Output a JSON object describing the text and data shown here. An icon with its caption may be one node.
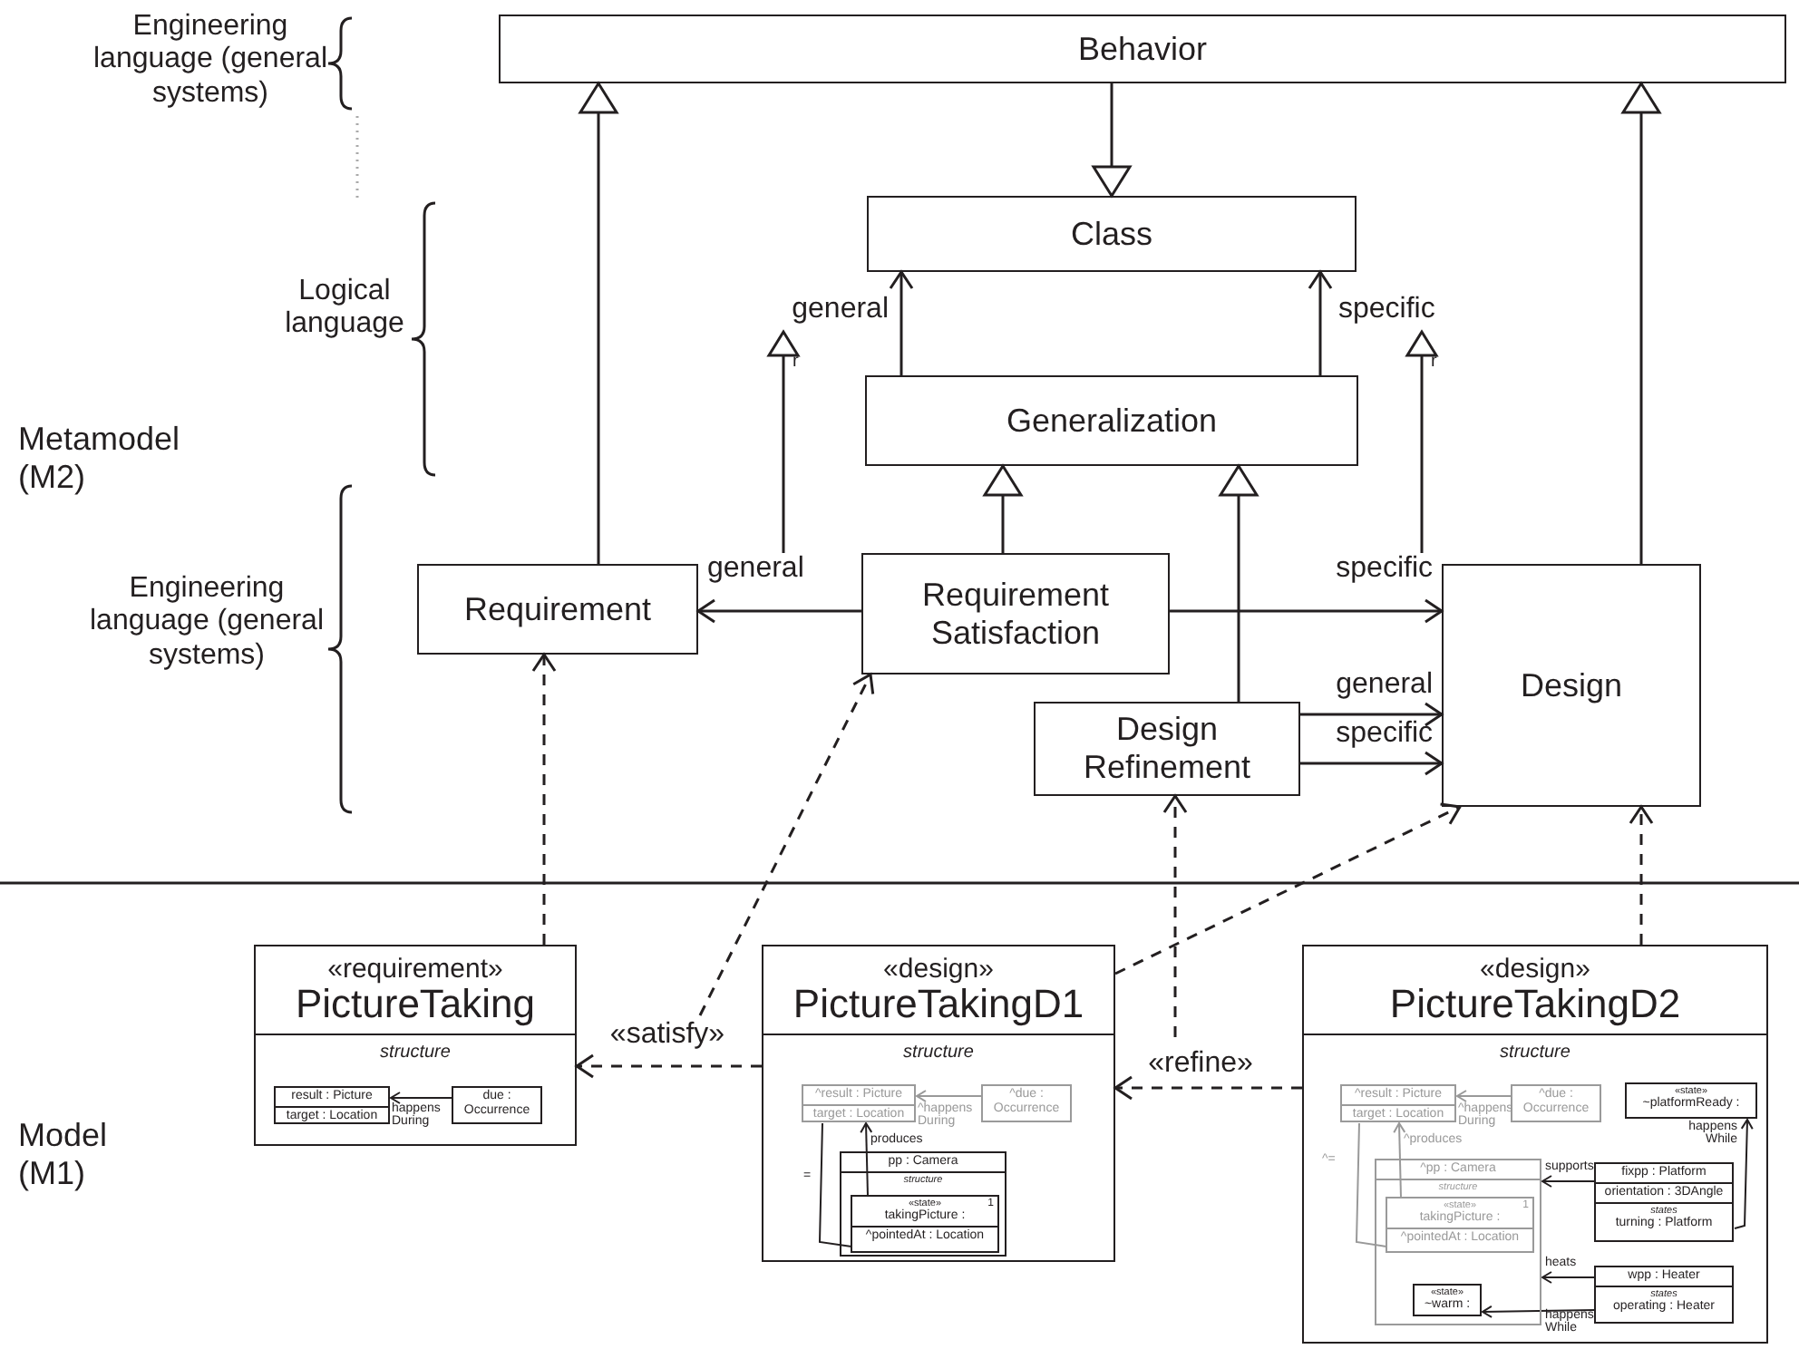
{
  "diagram": {
    "nodes": [
      {
        "text": [
          "Behavior"
        ]
      },
      {
        "text": [
          "Class"
        ]
      },
      {
        "text": [
          "Generalization"
        ]
      },
      {
        "text": [
          "Requirement"
        ]
      },
      {
        "text": [
          "Requirement Satisfaction"
        ]
      },
      {
        "text": [
          "Design Refinement"
        ]
      },
      {
        "text": [
          "Design"
        ]
      },
      {
        "text": [
          "«requirement»",
          "PictureTaking",
          "structure"
        ]
      },
      {
        "text": [
          "result : Picture",
          "target : Location"
        ],
        "in": 7
      },
      {
        "text": [
          "due : Occurrence"
        ],
        "in": 7
      },
      {
        "text": [
          "«design»",
          "PictureTakingD1",
          "structure"
        ]
      },
      {
        "text": [
          "^result : Picture",
          "target : Location"
        ],
        "in": 10
      },
      {
        "text": [
          "^due : Occurrence"
        ],
        "in": 10
      },
      {
        "text": [
          "pp : Camera",
          "structure"
        ],
        "in": 10
      },
      {
        "text": [
          "«state»",
          "takingPicture :",
          "1",
          "^pointedAt : Location"
        ],
        "in": 13
      },
      {
        "text": [
          "«design»",
          "PictureTakingD2",
          "structure"
        ]
      },
      {
        "text": [
          "^result : Picture",
          "target : Location"
        ],
        "in": 15
      },
      {
        "text": [
          "^due : Occurrence"
        ],
        "in": 15
      },
      {
        "text": [
          "«state»",
          "~platformReady :"
        ],
        "in": 15
      },
      {
        "text": [
          "^pp : Camera",
          "structure"
        ],
        "in": 15
      },
      {
        "text": [
          "«state»",
          "takingPicture :",
          "1",
          "^pointedAt : Location"
        ],
        "in": 19
      },
      {
        "text": [
          "«state»",
          "~warm :"
        ],
        "in": 19
      },
      {
        "text": [
          "fixpp : Platform",
          "orientation : 3DAngle",
          "states",
          "turning : Platform"
        ],
        "in": 15
      },
      {
        "text": [
          "wpp : Heater",
          "states",
          "operating : Heater"
        ],
        "in": 15
      }
    ],
    "edges": [
      {
        "from": 3,
        "to": 0,
        "arrow": "to"
      },
      {
        "from": 0,
        "to": 1,
        "arrow": "to"
      },
      {
        "from": 6,
        "to": 0,
        "arrow": "to"
      },
      {
        "from": 2,
        "to": 1,
        "arrow": "to",
        "label": "general"
      },
      {
        "from": 2,
        "to": 1,
        "arrow": "to",
        "label": "specific"
      },
      {
        "from": 4,
        "to": 2,
        "arrow": "to"
      },
      {
        "from": 5,
        "to": 2,
        "arrow": "to"
      },
      {
        "from": 4,
        "to": 3,
        "arrow": "to",
        "label": "general"
      },
      {
        "from": 4,
        "to": 6,
        "arrow": "to",
        "label": "specific"
      },
      {
        "from": 5,
        "to": 6,
        "arrow": "to",
        "label": "general"
      },
      {
        "from": 5,
        "to": 6,
        "arrow": "to",
        "label": "specific"
      },
      {
        "from": 7,
        "to": 3,
        "arrow": "to",
        "style": "dashed"
      },
      {
        "from": 10,
        "to": 7,
        "arrow": "to",
        "style": "dashed",
        "label": "«satisfy»"
      },
      {
        "from": null,
        "to": 4,
        "arrow": "to",
        "style": "dashed"
      },
      {
        "from": 10,
        "to": 6,
        "arrow": "to",
        "style": "dashed"
      },
      {
        "from": 15,
        "to": 10,
        "arrow": "to",
        "style": "dashed",
        "label": "«refine»"
      },
      {
        "from": null,
        "to": 5,
        "arrow": "to",
        "style": "dashed"
      },
      {
        "from": 15,
        "to": 6,
        "arrow": "to",
        "style": "dashed"
      },
      {
        "from": 9,
        "to": 8,
        "arrow": "to",
        "label": "happens During"
      },
      {
        "from": 12,
        "to": 11,
        "arrow": "to",
        "label": "^happens During",
        "color": "#999999"
      },
      {
        "from": 14,
        "to": 11,
        "arrow": "to",
        "label": "produces"
      },
      {
        "from": 14,
        "to": 11,
        "arrow": "none",
        "label": "="
      },
      {
        "from": 17,
        "to": 16,
        "arrow": "to",
        "label": "^happens During",
        "color": "#999999"
      },
      {
        "from": 20,
        "to": 16,
        "arrow": "to",
        "label": "^produces",
        "color": "#999999"
      },
      {
        "from": 20,
        "to": 16,
        "arrow": "none",
        "label": "^=",
        "color": "#999999"
      },
      {
        "from": 22,
        "to": 19,
        "arrow": "to",
        "label": "supports"
      },
      {
        "from": 22,
        "to": 18,
        "arrow": "to",
        "label": "happens While"
      },
      {
        "from": 23,
        "to": 19,
        "arrow": "to",
        "label": "heats"
      },
      {
        "from": 23,
        "to": 21,
        "arrow": "to",
        "label": "happens While"
      }
    ],
    "labels": [
      "Engineering language (general systems)",
      "Logical language",
      "Metamodel (M2)",
      "r",
      "r",
      "Engineering language (general systems)",
      "Model (M1)"
    ]
  }
}
